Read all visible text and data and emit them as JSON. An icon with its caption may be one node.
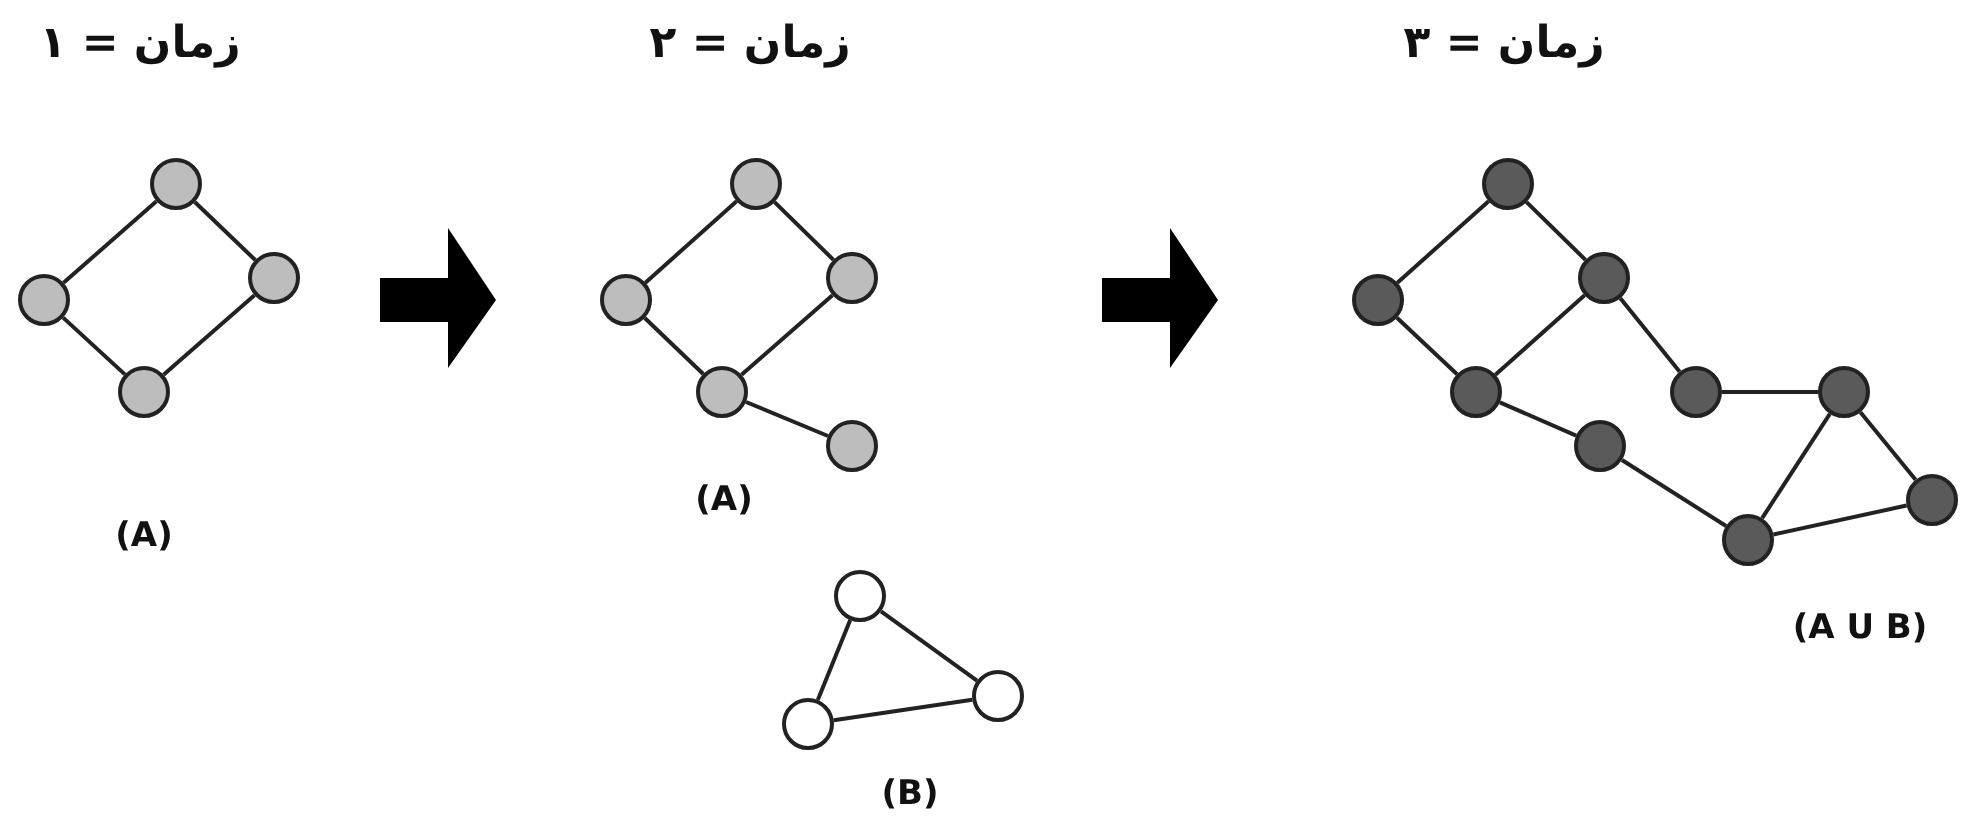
{
  "diagram": {
    "nodes": [
      {
        "text": [],
        "shape": "circle"
      },
      {
        "text": [],
        "shape": "circle"
      },
      {
        "text": [],
        "shape": "circle"
      },
      {
        "text": [],
        "shape": "circle"
      },
      {
        "text": [],
        "shape": "circle"
      },
      {
        "text": [],
        "shape": "circle"
      },
      {
        "text": [],
        "shape": "circle"
      },
      {
        "text": [],
        "shape": "circle"
      },
      {
        "text": [],
        "shape": "circle"
      },
      {
        "text": [],
        "shape": "circle"
      },
      {
        "text": [],
        "shape": "circle"
      },
      {
        "text": [],
        "shape": "circle"
      },
      {
        "text": [],
        "shape": "circle"
      },
      {
        "text": [],
        "shape": "circle"
      },
      {
        "text": [],
        "shape": "circle"
      },
      {
        "text": [],
        "shape": "circle"
      },
      {
        "text": [],
        "shape": "circle"
      },
      {
        "text": [],
        "shape": "circle"
      },
      {
        "text": [],
        "shape": "circle"
      },
      {
        "text": [],
        "shape": "circle"
      },
      {
        "text": [],
        "shape": "circle"
      }
    ],
    "edges": [
      {
        "from": 0,
        "to": 1,
        "arrow": "none"
      },
      {
        "from": 0,
        "to": 2,
        "arrow": "none"
      },
      {
        "from": 1,
        "to": 3,
        "arrow": "none"
      },
      {
        "from": 2,
        "to": 3,
        "arrow": "none"
      },
      {
        "from": 4,
        "to": 5,
        "arrow": "none"
      },
      {
        "from": 4,
        "to": 6,
        "arrow": "none"
      },
      {
        "from": 5,
        "to": 7,
        "arrow": "none"
      },
      {
        "from": 6,
        "to": 7,
        "arrow": "none"
      },
      {
        "from": 7,
        "to": 8,
        "arrow": "none"
      },
      {
        "from": 9,
        "to": 10,
        "arrow": "none"
      },
      {
        "from": 9,
        "to": 11,
        "arrow": "none"
      },
      {
        "from": 10,
        "to": 11,
        "arrow": "none"
      },
      {
        "from": 12,
        "to": 13,
        "arrow": "none"
      },
      {
        "from": 12,
        "to": 14,
        "arrow": "none"
      },
      {
        "from": 13,
        "to": 15,
        "arrow": "none"
      },
      {
        "from": 14,
        "to": 15,
        "arrow": "none"
      },
      {
        "from": 14,
        "to": 16,
        "arrow": "none"
      },
      {
        "from": 16,
        "to": 17,
        "arrow": "none"
      },
      {
        "from": 15,
        "to": 18,
        "arrow": "none"
      },
      {
        "from": 18,
        "to": 19,
        "arrow": "none"
      },
      {
        "from": 17,
        "to": 19,
        "arrow": "none"
      },
      {
        "from": 17,
        "to": 20,
        "arrow": "none"
      },
      {
        "from": 19,
        "to": 20,
        "arrow": "none"
      }
    ],
    "labels": [
      "زمان = ۱",
      "زمان = ۲",
      "زمان = ۳",
      "(A)",
      "(A)",
      "(A U B)",
      "(B)"
    ]
  }
}
